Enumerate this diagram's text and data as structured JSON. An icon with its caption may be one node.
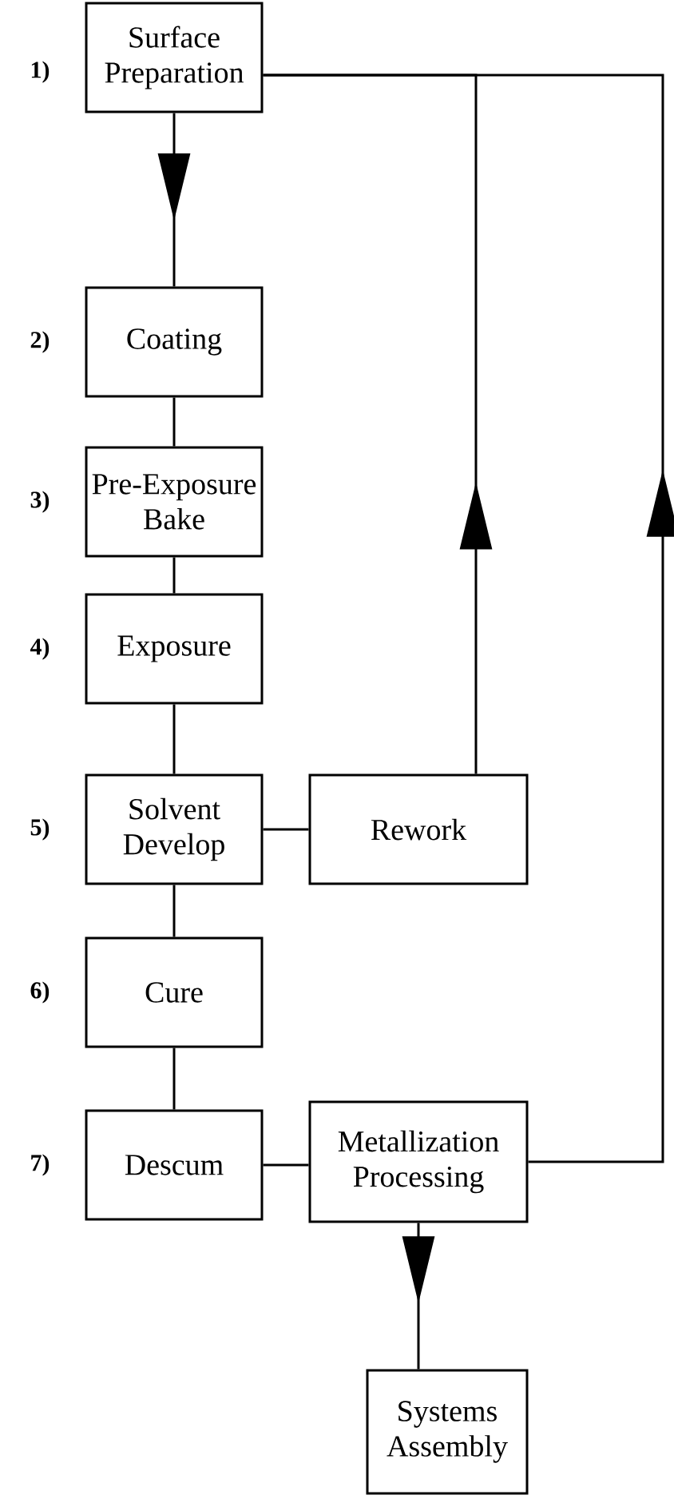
{
  "diagram": {
    "nodes": [
      {
        "text": [
          "Surface Preparation"
        ]
      },
      {
        "text": [
          "Coating"
        ]
      },
      {
        "text": [
          "Pre-Exposure Bake"
        ]
      },
      {
        "text": [
          "Exposure"
        ]
      },
      {
        "text": [
          "Solvent Develop"
        ]
      },
      {
        "text": [
          "Rework"
        ]
      },
      {
        "text": [
          "Cure"
        ]
      },
      {
        "text": [
          "Descum"
        ]
      },
      {
        "text": [
          "Metallization Processing"
        ]
      },
      {
        "text": [
          "Systems Assembly"
        ]
      }
    ],
    "edges": [
      {
        "from": 0,
        "to": 1,
        "arrow": "to"
      },
      {
        "from": 1,
        "to": 2,
        "arrow": "none"
      },
      {
        "from": 2,
        "to": 3,
        "arrow": "none"
      },
      {
        "from": 3,
        "to": 4,
        "arrow": "none"
      },
      {
        "from": 4,
        "to": 5,
        "arrow": "none"
      },
      {
        "from": 5,
        "to": 0,
        "arrow": "to"
      },
      {
        "from": 4,
        "to": 6,
        "arrow": "none"
      },
      {
        "from": 6,
        "to": 7,
        "arrow": "none"
      },
      {
        "from": 7,
        "to": 8,
        "arrow": "none"
      },
      {
        "from": 8,
        "to": 0,
        "arrow": "to"
      },
      {
        "from": 8,
        "to": 9,
        "arrow": "to"
      }
    ],
    "labels": [
      "1)",
      "2)",
      "3)",
      "4)",
      "5)",
      "6)",
      "7)"
    ]
  }
}
